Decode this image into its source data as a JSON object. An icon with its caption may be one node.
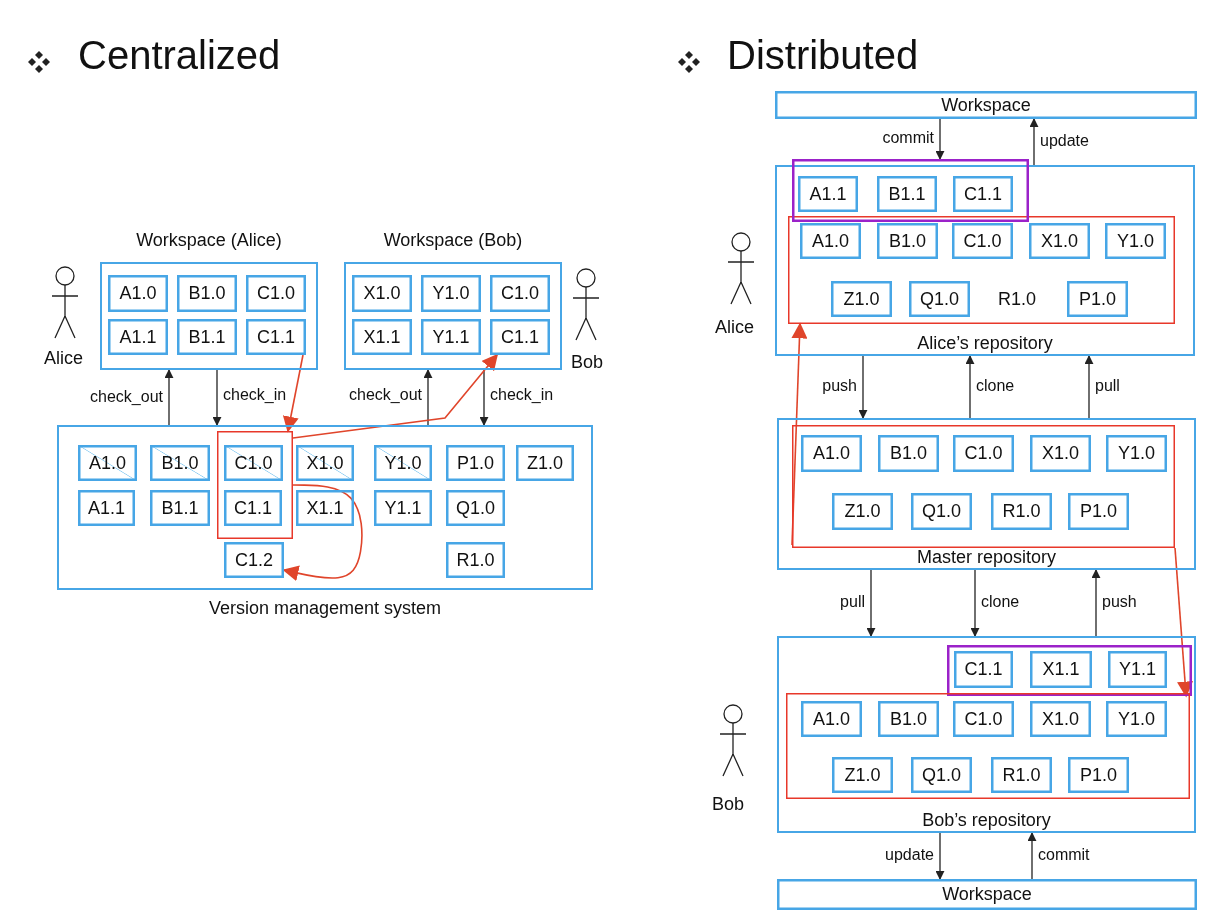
{
  "diagram": {
    "nodes": [
      {
        "text": [
          "Workspace (Alice)"
        ]
      },
      {
        "text": [
          "A1.0"
        ],
        "in": 0
      },
      {
        "text": [
          "B1.0"
        ],
        "in": 0
      },
      {
        "text": [
          "C1.0"
        ],
        "in": 0
      },
      {
        "text": [
          "A1.1"
        ],
        "in": 0
      },
      {
        "text": [
          "B1.1"
        ],
        "in": 0
      },
      {
        "text": [
          "C1.1"
        ],
        "in": 0
      },
      {
        "text": [
          "Workspace (Bob)"
        ]
      },
      {
        "text": [
          "X1.0"
        ],
        "in": 7
      },
      {
        "text": [
          "Y1.0"
        ],
        "in": 7
      },
      {
        "text": [
          "C1.0"
        ],
        "in": 7
      },
      {
        "text": [
          "X1.1"
        ],
        "in": 7
      },
      {
        "text": [
          "Y1.1"
        ],
        "in": 7
      },
      {
        "text": [
          "C1.1"
        ],
        "in": 7
      },
      {
        "text": [
          "Version management system"
        ]
      },
      {
        "text": [
          "A1.0"
        ],
        "in": 14
      },
      {
        "text": [
          "B1.0"
        ],
        "in": 14
      },
      {
        "text": [],
        "shape": "box",
        "in": 14
      },
      {
        "text": [
          "C1.0"
        ],
        "in": 17
      },
      {
        "text": [
          "C1.1"
        ],
        "in": 17
      },
      {
        "text": [
          "X1.0"
        ],
        "in": 14
      },
      {
        "text": [
          "Y1.0"
        ],
        "in": 14
      },
      {
        "text": [
          "P1.0"
        ],
        "in": 14
      },
      {
        "text": [
          "Z1.0"
        ],
        "in": 14
      },
      {
        "text": [
          "A1.1"
        ],
        "in": 14
      },
      {
        "text": [
          "B1.1"
        ],
        "in": 14
      },
      {
        "text": [
          "X1.1"
        ],
        "in": 14
      },
      {
        "text": [
          "Y1.1"
        ],
        "in": 14
      },
      {
        "text": [
          "Q1.0"
        ],
        "in": 14
      },
      {
        "text": [
          "C1.2"
        ],
        "in": 14
      },
      {
        "text": [
          "R1.0"
        ],
        "in": 14
      },
      {
        "text": [
          "Workspace"
        ]
      },
      {
        "text": [
          "Alice’s repository"
        ]
      },
      {
        "text": [],
        "shape": "box"
      },
      {
        "text": [
          "A1.1"
        ],
        "in": 33
      },
      {
        "text": [
          "B1.1"
        ],
        "in": 33
      },
      {
        "text": [
          "C1.1"
        ],
        "in": 33
      },
      {
        "text": [],
        "shape": "box",
        "in": 32
      },
      {
        "text": [
          "A1.0"
        ],
        "in": 37
      },
      {
        "text": [
          "B1.0"
        ],
        "in": 37
      },
      {
        "text": [
          "C1.0"
        ],
        "in": 37
      },
      {
        "text": [
          "X1.0"
        ],
        "in": 37
      },
      {
        "text": [
          "Y1.0"
        ],
        "in": 37
      },
      {
        "text": [
          "Z1.0"
        ],
        "in": 37
      },
      {
        "text": [
          "Q1.0"
        ],
        "in": 37
      },
      {
        "text": [
          "P1.0"
        ],
        "in": 37
      },
      {
        "text": [
          "Master repository"
        ]
      },
      {
        "text": [],
        "shape": "box",
        "in": 46
      },
      {
        "text": [
          "A1.0"
        ],
        "in": 47
      },
      {
        "text": [
          "B1.0"
        ],
        "in": 47
      },
      {
        "text": [
          "C1.0"
        ],
        "in": 47
      },
      {
        "text": [
          "X1.0"
        ],
        "in": 47
      },
      {
        "text": [
          "Y1.0"
        ],
        "in": 47
      },
      {
        "text": [
          "Z1.0"
        ],
        "in": 47
      },
      {
        "text": [
          "Q1.0"
        ],
        "in": 47
      },
      {
        "text": [
          "R1.0"
        ],
        "in": 47
      },
      {
        "text": [
          "P1.0"
        ],
        "in": 47
      },
      {
        "text": [
          "Bob’s repository"
        ]
      },
      {
        "text": [],
        "shape": "box",
        "in": 57
      },
      {
        "text": [
          "C1.1"
        ],
        "in": 58
      },
      {
        "text": [
          "X1.1"
        ],
        "in": 58
      },
      {
        "text": [
          "Y1.1"
        ],
        "in": 58
      },
      {
        "text": [],
        "shape": "box",
        "in": 57
      },
      {
        "text": [
          "A1.0"
        ],
        "in": 62
      },
      {
        "text": [
          "B1.0"
        ],
        "in": 62
      },
      {
        "text": [
          "C1.0"
        ],
        "in": 62
      },
      {
        "text": [
          "X1.0"
        ],
        "in": 62
      },
      {
        "text": [
          "Y1.0"
        ],
        "in": 62
      },
      {
        "text": [
          "Z1.0"
        ],
        "in": 62
      },
      {
        "text": [
          "Q1.0"
        ],
        "in": 62
      },
      {
        "text": [
          "R1.0"
        ],
        "in": 62
      },
      {
        "text": [
          "P1.0"
        ],
        "in": 62
      },
      {
        "text": [
          "Workspace"
        ]
      }
    ],
    "edges": [
      {
        "from": 14,
        "to": 0,
        "arrow": "to",
        "label": "check_out"
      },
      {
        "from": 0,
        "to": 14,
        "arrow": "to",
        "label": "check_in"
      },
      {
        "from": 14,
        "to": 7,
        "arrow": "to",
        "label": "check_out"
      },
      {
        "from": 7,
        "to": 14,
        "arrow": "to",
        "label": "check_in"
      },
      {
        "from": 6,
        "to": 17,
        "arrow": "to",
        "color": "#e0452b"
      },
      {
        "from": 17,
        "to": 13,
        "arrow": "to",
        "color": "#e0452b"
      },
      {
        "from": 17,
        "to": 29,
        "arrow": "to",
        "color": "#e0452b"
      },
      {
        "from": 31,
        "to": 33,
        "arrow": "to",
        "label": "commit"
      },
      {
        "from": 32,
        "to": 31,
        "arrow": "to",
        "label": "update"
      },
      {
        "from": 32,
        "to": 46,
        "arrow": "to",
        "label": "push"
      },
      {
        "from": 46,
        "to": 32,
        "arrow": "to",
        "label": "clone"
      },
      {
        "from": 46,
        "to": 32,
        "arrow": "to",
        "label": "pull"
      },
      {
        "from": 46,
        "to": 57,
        "arrow": "to",
        "label": "pull"
      },
      {
        "from": 46,
        "to": 57,
        "arrow": "to",
        "label": "clone"
      },
      {
        "from": 57,
        "to": 46,
        "arrow": "to",
        "label": "push"
      },
      {
        "from": 57,
        "to": 72,
        "arrow": "to",
        "label": "update"
      },
      {
        "from": 72,
        "to": 57,
        "arrow": "to",
        "label": "commit"
      },
      {
        "from": 47,
        "to": 37,
        "arrow": "to",
        "color": "#e0452b"
      },
      {
        "from": 47,
        "to": 58,
        "arrow": "to",
        "color": "#e0452b"
      }
    ],
    "labels": [
      "Centralized",
      "Distributed",
      "Alice",
      "Bob",
      "Alice",
      "R1.0",
      "Bob"
    ]
  }
}
